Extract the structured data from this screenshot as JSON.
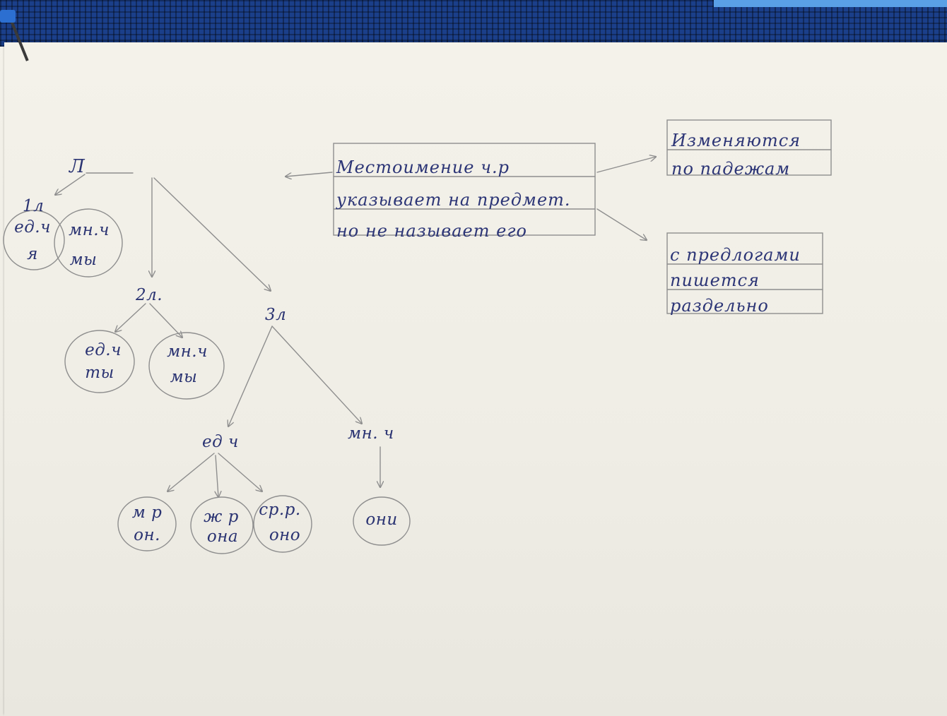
{
  "colors": {
    "pencil": "#8e8e8e",
    "ink": "#2a3372",
    "paper": "#f1efe7",
    "mat": "#1b3f8a"
  },
  "diagram": {
    "root": "Л",
    "first_person": {
      "label": "1л",
      "singular": {
        "number": "ед.ч",
        "pronoun": "я"
      },
      "plural": {
        "number": "мн.ч",
        "pronoun": "мы"
      }
    },
    "second_person": {
      "label": "2л.",
      "singular": {
        "number": "ед.ч",
        "pronoun": "ты"
      },
      "plural": {
        "number": "мн.ч",
        "pronoun": "мы"
      }
    },
    "third_person": {
      "label": "3л",
      "singular": {
        "number": "ед ч",
        "masculine": {
          "gender": "м р",
          "pronoun": "он."
        },
        "feminine": {
          "gender": "ж р",
          "pronoun": "она"
        },
        "neuter": {
          "gender": "ср.р.",
          "pronoun": "оно"
        }
      },
      "plural": {
        "number": "мн. ч",
        "pronoun": "они"
      }
    }
  },
  "definition_box": {
    "lines": [
      "Местоимение ч.р",
      "указывает на предмет.",
      "но не называет его"
    ]
  },
  "case_box": {
    "lines": [
      "Изменяются",
      "по падежам"
    ]
  },
  "preposition_box": {
    "lines": [
      "с предлогами",
      "пишется",
      "раздельно"
    ]
  }
}
